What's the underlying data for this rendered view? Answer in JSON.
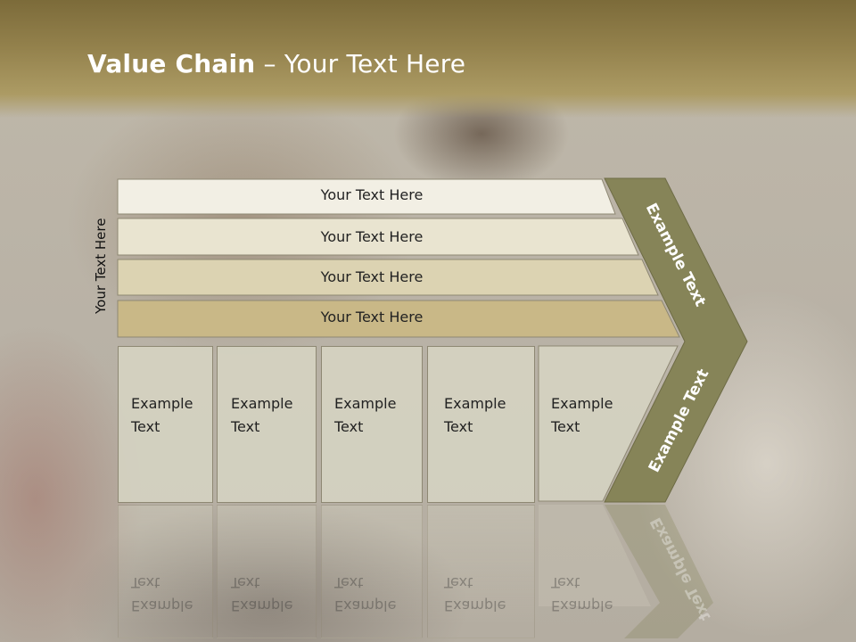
{
  "title": {
    "bold": "Value Chain",
    "rest": " – Your Text Here"
  },
  "side_label": "Your Text Here",
  "rows": [
    {
      "label": "Your Text Here",
      "color": "#f2efe4"
    },
    {
      "label": "Your Text Here",
      "color": "#e9e4d0"
    },
    {
      "label": "Your Text Here",
      "color": "#dcd3b2"
    },
    {
      "label": "Your Text Here",
      "color": "#c9b887"
    }
  ],
  "columns": [
    {
      "line1": "Example",
      "line2": "Text"
    },
    {
      "line1": "Example",
      "line2": "Text"
    },
    {
      "line1": "Example",
      "line2": "Text"
    },
    {
      "line1": "Example",
      "line2": "Text"
    },
    {
      "line1": "Example",
      "line2": "Text"
    }
  ],
  "chevron": {
    "upper_label": "Example Text",
    "lower_label": "Example Text",
    "color": "#868458"
  }
}
